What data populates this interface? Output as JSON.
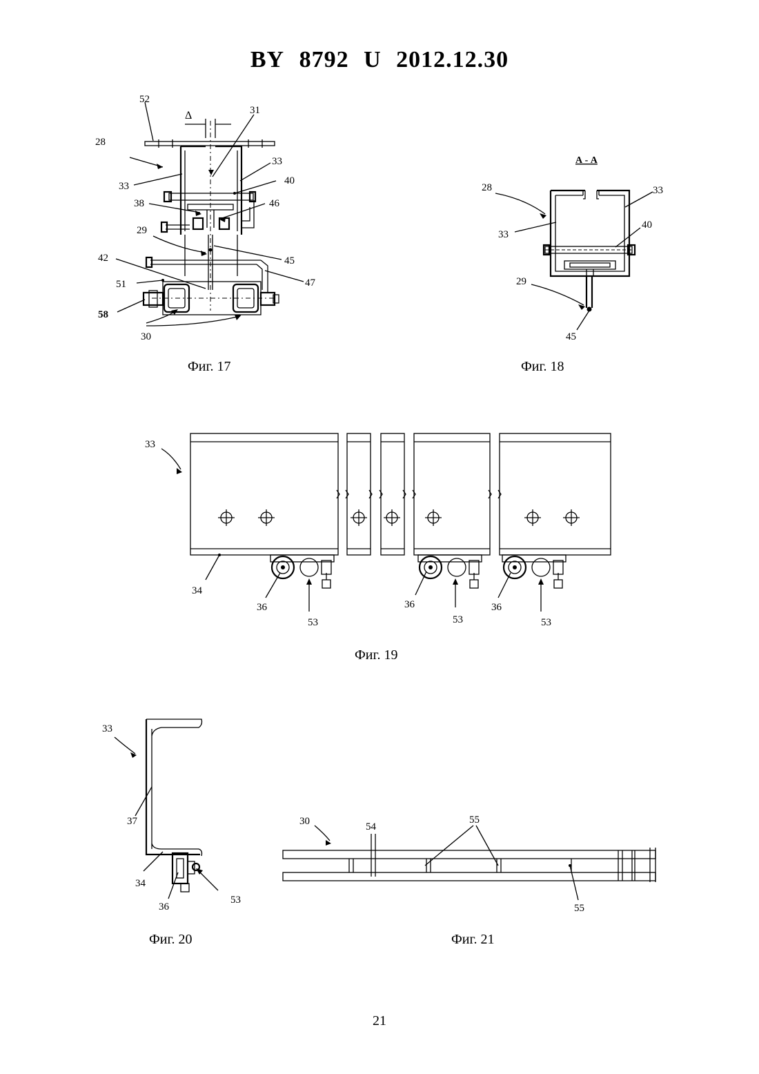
{
  "header": {
    "doc_prefix": "BY",
    "doc_number": "8792",
    "doc_kind": "U",
    "doc_date": "2012.12.30"
  },
  "page_number": "21",
  "figures": {
    "fig17": {
      "caption": "Фиг. 17",
      "delta_symbol": "Δ",
      "labels": {
        "l52": "52",
        "l31": "31",
        "l28": "28",
        "l33a": "33",
        "l33b": "33",
        "l40": "40",
        "l38": "38",
        "l46": "46",
        "l29": "29",
        "l45": "45",
        "l42": "42",
        "l47": "47",
        "l51": "51",
        "l58": "58",
        "l30": "30"
      }
    },
    "fig18": {
      "caption": "Фиг. 18",
      "section_title": "А - А",
      "labels": {
        "l28": "28",
        "l33a": "33",
        "l33b": "33",
        "l40": "40",
        "l29": "29",
        "l45": "45"
      }
    },
    "fig19": {
      "caption": "Фиг. 19",
      "labels": {
        "l33": "33",
        "l34": "34",
        "l36a": "36",
        "l53a": "53",
        "l36b": "36",
        "l53b": "53",
        "l36c": "36",
        "l53c": "53"
      }
    },
    "fig20": {
      "caption": "Фиг. 20",
      "labels": {
        "l33": "33",
        "l37": "37",
        "l34": "34",
        "l36": "36",
        "l53": "53"
      }
    },
    "fig21": {
      "caption": "Фиг. 21",
      "labels": {
        "l30": "30",
        "l54": "54",
        "l55a": "55",
        "l55b": "55"
      }
    }
  }
}
